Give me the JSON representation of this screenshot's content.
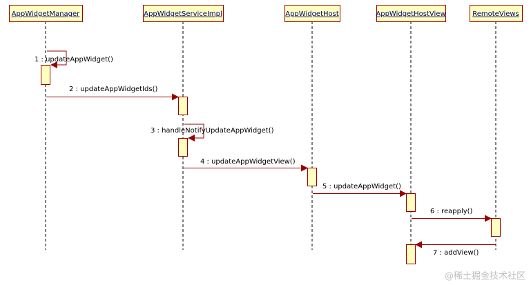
{
  "colors": {
    "box_fill": "#FFFFC0",
    "box_stroke": "#990000",
    "message_line": "#990000",
    "lifeline": "#000000",
    "label_text": "#000080"
  },
  "lifelines": [
    {
      "key": "manager",
      "label": "AppWidgetManager"
    },
    {
      "key": "service",
      "label": "AppWidgetServiceImpl"
    },
    {
      "key": "host",
      "label": "AppWidgetHost"
    },
    {
      "key": "hostview",
      "label": "AppWidgetHostView"
    },
    {
      "key": "remote",
      "label": "RemoteViews"
    }
  ],
  "messages": [
    {
      "label": "1 : updateAppWidget()",
      "from": "manager",
      "to": "manager"
    },
    {
      "label": "2 : updateAppWidgetIds()",
      "from": "manager",
      "to": "service"
    },
    {
      "label": "3 : handleNotifyUpdateAppWidget()",
      "from": "service",
      "to": "service"
    },
    {
      "label": "4 : updateAppWidgetView()",
      "from": "service",
      "to": "host"
    },
    {
      "label": "5 : updateAppWidget()",
      "from": "host",
      "to": "hostview"
    },
    {
      "label": "6 : reapply()",
      "from": "hostview",
      "to": "remote"
    },
    {
      "label": "7 : addView()",
      "from": "remote",
      "to": "hostview"
    }
  ],
  "watermark": "@稀土掘金技术社区"
}
